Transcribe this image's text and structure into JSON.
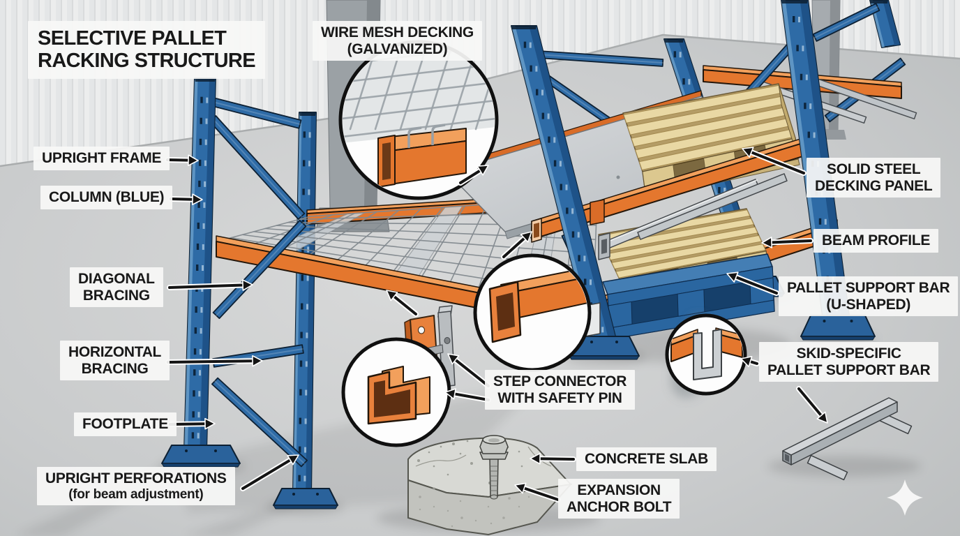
{
  "diagram_title": {
    "line1": "SELECTIVE PALLET",
    "line2": "RACKING STRUCTURE"
  },
  "callout_labels": {
    "wire_mesh_decking": {
      "line1": "WIRE MESH DECKING",
      "line2": "(GALVANIZED)"
    },
    "upright_frame": {
      "text": "UPRIGHT FRAME"
    },
    "column_blue": {
      "text": "COLUMN (BLUE)"
    },
    "diagonal_bracing": {
      "line1": "DIAGONAL",
      "line2": "BRACING"
    },
    "horizontal_bracing": {
      "line1": "HORIZONTAL",
      "line2": "BRACING"
    },
    "footplate": {
      "text": "FOOTPLATE"
    },
    "upright_perforations": {
      "line1": "UPRIGHT PERFORATIONS",
      "line2": "(for beam adjustment)"
    },
    "solid_steel_decking_panel": {
      "line1": "SOLID STEEL",
      "line2": "DECKING PANEL"
    },
    "beam_profile": {
      "text": "BEAM PROFILE"
    },
    "pallet_support_bar": {
      "line1": "PALLET SUPPORT BAR",
      "line2": "(U-SHAPED)"
    },
    "skid_specific_support_bar": {
      "line1": "SKID-SPECIFIC",
      "line2": "PALLET SUPPORT BAR"
    },
    "step_connector": {
      "line1": "STEP CONNECTOR",
      "line2": "WITH SAFETY PIN"
    },
    "concrete_slab": {
      "text": "CONCRETE SLAB"
    },
    "expansion_anchor_bolt": {
      "line1": "EXPANSION",
      "line2": "ANCHOR BOLT"
    }
  },
  "colors": {
    "column_blue": "#2e6ba6",
    "column_blue_dark": "#1d5186",
    "beam_orange": "#e4772e",
    "beam_orange_light": "#f2a05c",
    "beam_orange_dark": "#d96c28",
    "steel_gray": "#c9cdd0",
    "wood_tan": "#e9d8a4",
    "label_bg": "#f7f7f6",
    "label_text": "#191919",
    "wall_gray": "#eceded",
    "floor_gray": "#c9cbcc",
    "arrow_black": "#141414"
  },
  "watermark_icon": "sparkle-icon"
}
